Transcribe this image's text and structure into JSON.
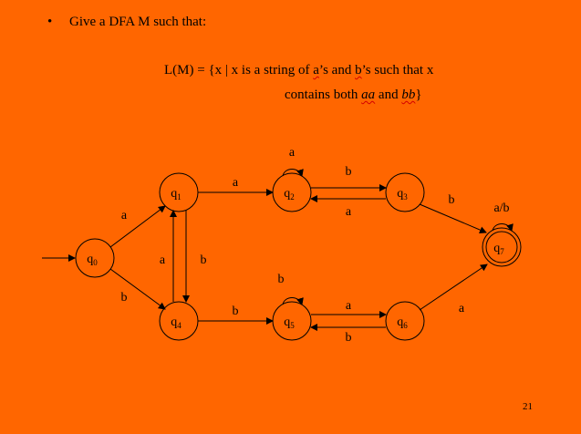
{
  "bullet": {
    "symbol": "•",
    "text": "Give a DFA M such that:"
  },
  "language": {
    "line1_prefix": "L(M) = {x | x is a string of ",
    "line1_a": "a",
    "line1_mid": "’s and ",
    "line1_b": "b",
    "line1_suffix": "’s such that x",
    "line2_prefix": "contains both ",
    "line2_aa": "aa",
    "line2_and": " and ",
    "line2_bb": "bb",
    "line2_suffix": "}"
  },
  "states": [
    {
      "id": "q0",
      "name": "q",
      "sub": "0",
      "accepting": false,
      "start": true
    },
    {
      "id": "q1",
      "name": "q",
      "sub": "1",
      "accepting": false,
      "start": false
    },
    {
      "id": "q2",
      "name": "q",
      "sub": "2",
      "accepting": false,
      "start": false
    },
    {
      "id": "q3",
      "name": "q",
      "sub": "3",
      "accepting": false,
      "start": false
    },
    {
      "id": "q4",
      "name": "q",
      "sub": "4",
      "accepting": false,
      "start": false
    },
    {
      "id": "q5",
      "name": "q",
      "sub": "5",
      "accepting": false,
      "start": false
    },
    {
      "id": "q6",
      "name": "q",
      "sub": "6",
      "accepting": false,
      "start": false
    },
    {
      "id": "q7",
      "name": "q",
      "sub": "7",
      "accepting": true,
      "start": false
    }
  ],
  "transitions": [
    {
      "from": "q0",
      "to": "q1",
      "label": "a"
    },
    {
      "from": "q0",
      "to": "q4",
      "label": "b"
    },
    {
      "from": "q1",
      "to": "q2",
      "label": "a"
    },
    {
      "from": "q1",
      "to": "q4",
      "label": "b"
    },
    {
      "from": "q4",
      "to": "q1",
      "label": "a"
    },
    {
      "from": "q4",
      "to": "q5",
      "label": "b"
    },
    {
      "from": "q2",
      "to": "q2",
      "label": "a"
    },
    {
      "from": "q2",
      "to": "q3",
      "label": "b"
    },
    {
      "from": "q3",
      "to": "q2",
      "label": "a"
    },
    {
      "from": "q3",
      "to": "q7",
      "label": "b"
    },
    {
      "from": "q5",
      "to": "q5",
      "label": "b"
    },
    {
      "from": "q5",
      "to": "q6",
      "label": "a"
    },
    {
      "from": "q6",
      "to": "q5",
      "label": "b"
    },
    {
      "from": "q6",
      "to": "q7",
      "label": "a"
    },
    {
      "from": "q7",
      "to": "q7",
      "label": "a/b"
    }
  ],
  "slide_number": "21",
  "colors": {
    "background": "#ff6600",
    "ink": "#000000",
    "wavy_underline": "#d40000"
  }
}
